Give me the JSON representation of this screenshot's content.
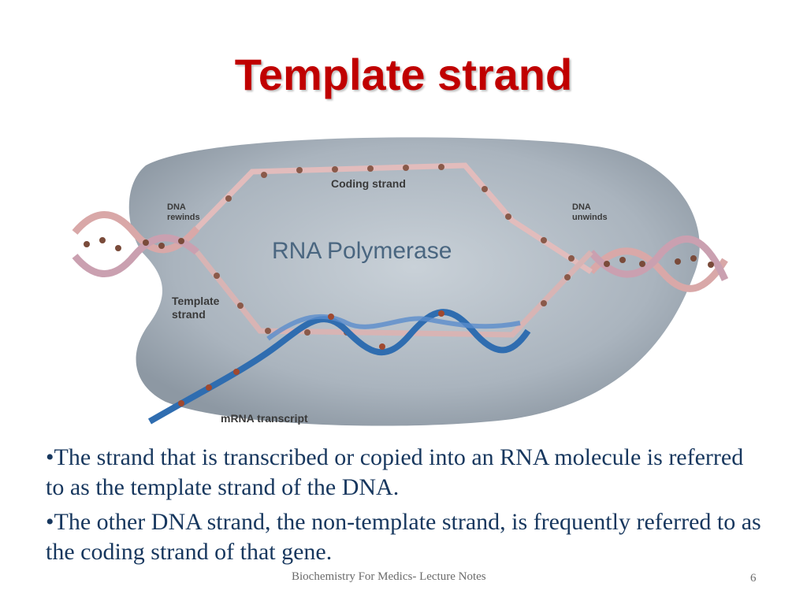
{
  "slide": {
    "title": "Template strand",
    "figure": {
      "coding_strand_label": "Coding strand",
      "enzyme_label": "RNA Polymerase",
      "dna_rewinds_line1": "DNA",
      "dna_rewinds_line2": "rewinds",
      "dna_unwinds_line1": "DNA",
      "dna_unwinds_line2": "unwinds",
      "template_strand_line1": "Template",
      "template_strand_line2": "strand",
      "mrna_label": "mRNA transcript"
    },
    "bullets": [
      "•The strand that is transcribed or copied into an RNA molecule is referred to as the template strand of the DNA.",
      "•The other DNA strand, the non-template strand, is frequently referred to as the coding strand of that gene."
    ],
    "footer": "Biochemistry For Medics- Lecture Notes",
    "page_number": "6"
  },
  "colors": {
    "title": "#c00000",
    "body_text": "#17375e",
    "footer_text": "#6b6b6b",
    "polymerase_blob": "#a9b3bd",
    "dna_strand": "#e8c4c4",
    "rna_strand": "#2f6db0"
  }
}
